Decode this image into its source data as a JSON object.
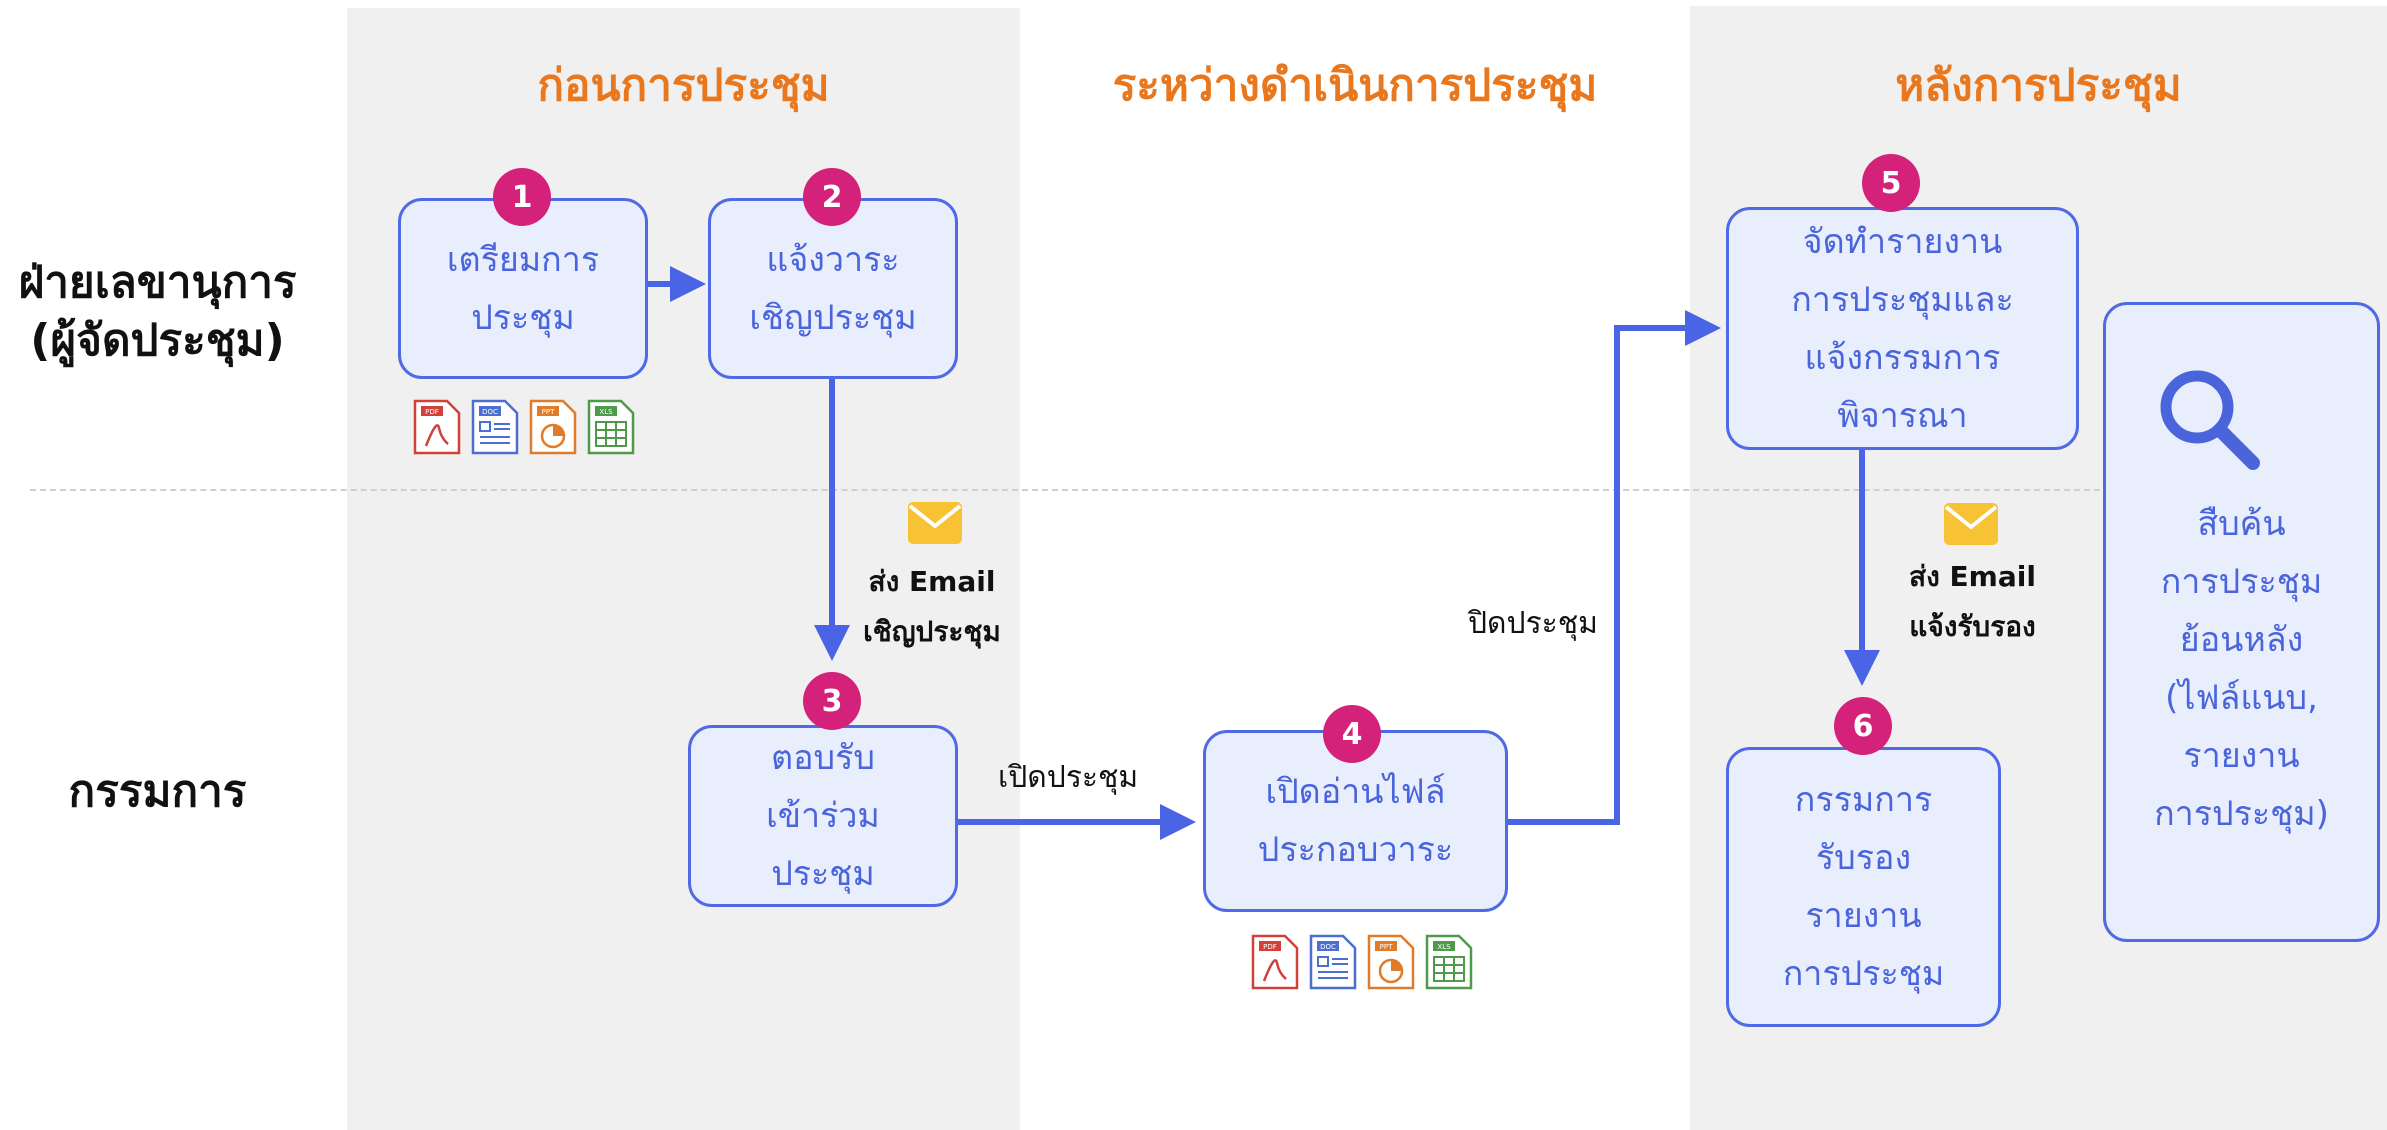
{
  "columns": {
    "before": "ก่อนการประชุม",
    "during": "ระหว่างดำเนินการประชุม",
    "after": "หลังการประชุม"
  },
  "rows": {
    "secretary": [
      "ฝ่ายเลขานุการ",
      "(ผู้จัดประชุม)"
    ],
    "committee": "กรรมการ"
  },
  "steps": [
    {
      "number": "1",
      "lines": [
        "เตรียมการ",
        "ประชุม"
      ]
    },
    {
      "number": "2",
      "lines": [
        "แจ้งวาระ",
        "เชิญประชุม"
      ]
    },
    {
      "number": "3",
      "lines": [
        "ตอบรับ",
        "เข้าร่วม",
        "ประชุม"
      ]
    },
    {
      "number": "4",
      "lines": [
        "เปิดอ่านไฟล์",
        "ประกอบวาระ"
      ]
    },
    {
      "number": "5",
      "lines": [
        "จัดทำรายงาน",
        "การประชุมและ",
        "แจ้งกรรมการ",
        "พิจารณา"
      ]
    },
    {
      "number": "6",
      "lines": [
        "กรรมการ",
        "รับรอง",
        "รายงาน",
        "การประชุม"
      ]
    }
  ],
  "search_box": {
    "lines": [
      "สืบค้น",
      "การประชุม",
      "ย้อนหลัง",
      "(ไฟล์แนบ,",
      "รายงาน",
      "การประชุม)"
    ]
  },
  "notes": {
    "invite_email": [
      "ส่ง Email",
      "เชิญประชุม"
    ],
    "certify_email": [
      "ส่ง Email",
      "แจ้งรับรอง"
    ]
  },
  "edge_labels": {
    "open_meeting": "เปิดประชุม",
    "close_meeting": "ปิดประชุม"
  },
  "file_types": [
    "PDF",
    "DOC",
    "PPT",
    "XLS"
  ],
  "colors": {
    "band": "#f0f0f0",
    "column_title": "#e8771e",
    "box_fill": "#e9eefc",
    "box_border": "#4f6ae4",
    "box_text": "#4a64dc",
    "badge": "#d4217a",
    "arrow": "#4a64e6",
    "mail": "#f7c234"
  }
}
